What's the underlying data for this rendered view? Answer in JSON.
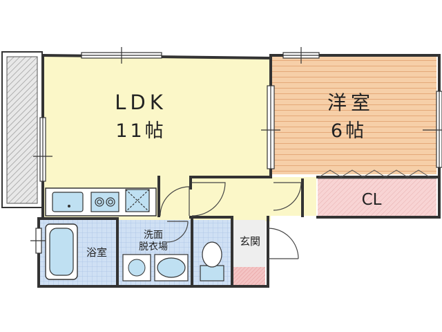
{
  "rooms": {
    "ldk": {
      "name": "LDK",
      "size": "11帖"
    },
    "western": {
      "name": "洋室",
      "size": "6帖"
    },
    "closet": {
      "name": "CL"
    },
    "bath": {
      "name": "浴室"
    },
    "washroom": {
      "name_line1": "洗面",
      "name_line2": "脱衣場"
    },
    "entrance": {
      "name": "玄関"
    }
  },
  "colors": {
    "ldk_floor": "#fbf7c8",
    "western_floor": "#f6cfa8",
    "western_lines": "#e4a878",
    "closet_floor": "#f8d4d4",
    "closet_hatch": "#e7b0b0",
    "wet_floor": "#cfe0f4",
    "wet_grid": "#a9c2e4",
    "entrance_floor": "#eeeeee",
    "entrance_step": "#f4c4c4",
    "wall": "#333333",
    "fixture_fill": "#bfe0f2",
    "window": "#ffffff"
  },
  "icons": [
    "kitchen-sink-icon",
    "gas-stove-icon",
    "refrigerator-space-icon",
    "bathtub-icon",
    "washbasin-icon",
    "toilet-icon",
    "washing-machine-drain-icon",
    "door-swing-icon",
    "sliding-window-icon"
  ]
}
